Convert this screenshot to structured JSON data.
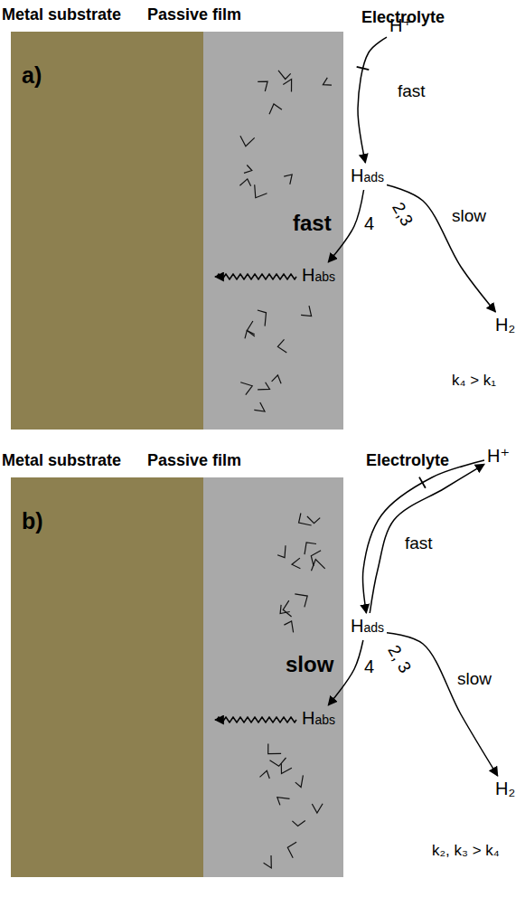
{
  "diagram": {
    "nodes": [
      {
        "text": [
          "Metal substrate",
          "a)"
        ]
      },
      {
        "text": [
          "Passive film"
        ]
      },
      {
        "text": [
          "H⁺"
        ]
      },
      {
        "text": [
          "Hads"
        ]
      },
      {
        "text": [
          "Habs"
        ],
        "in": 1
      },
      {
        "text": [
          "H₂"
        ]
      },
      {
        "text": [
          "Metal substrate",
          "b)"
        ]
      },
      {
        "text": [
          "Passive film"
        ]
      },
      {
        "text": [
          "H⁺"
        ]
      },
      {
        "text": [
          "Hads"
        ]
      },
      {
        "text": [
          "Habs"
        ],
        "in": 7
      },
      {
        "text": [
          "H₂"
        ]
      }
    ],
    "edges": [
      {
        "from": 2,
        "to": 3,
        "arrow": "to",
        "label": "fast"
      },
      {
        "from": 3,
        "to": 4,
        "arrow": "to",
        "label": "fast"
      },
      {
        "from": 3,
        "to": 5,
        "arrow": "to",
        "label": "2,3"
      },
      {
        "from": 8,
        "to": 9,
        "arrow": "to",
        "label": "fast"
      },
      {
        "from": 9,
        "to": 8,
        "arrow": "to"
      },
      {
        "from": 9,
        "to": 10,
        "arrow": "to",
        "label": "slow"
      },
      {
        "from": 9,
        "to": 11,
        "arrow": "to",
        "label": "2, 3"
      }
    ],
    "labels": [
      "Electrolyte",
      "4",
      "slow",
      "k₄ > k₁",
      "Electrolyte",
      "4",
      "slow",
      "k₂, k₃ > k₄"
    ]
  }
}
